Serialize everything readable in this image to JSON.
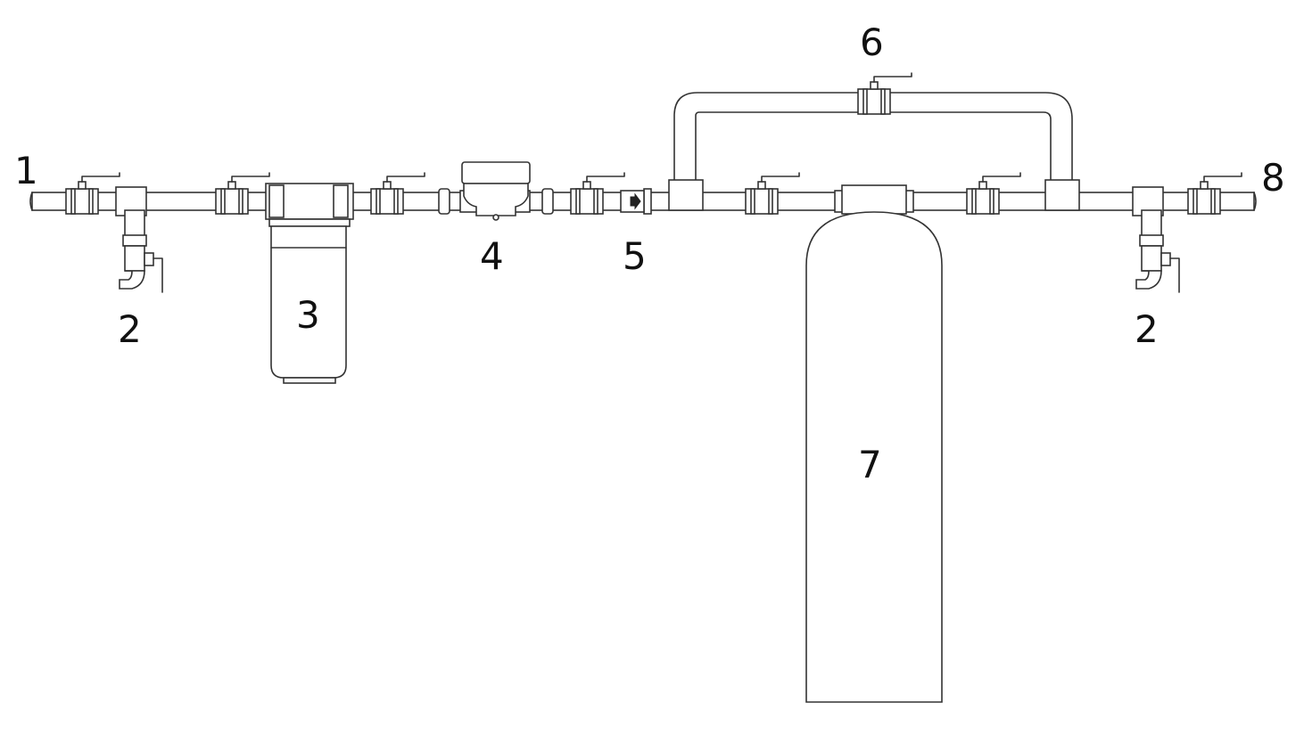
{
  "labels": {
    "inlet": "1",
    "drain_left": "2",
    "filter": "3",
    "meter": "4",
    "check_valve": "5",
    "bypass_valve": "6",
    "tank": "7",
    "outlet": "8",
    "drain_right": "2"
  },
  "colors": {
    "stroke": "#333333",
    "background": "#ffffff",
    "text": "#111111"
  }
}
